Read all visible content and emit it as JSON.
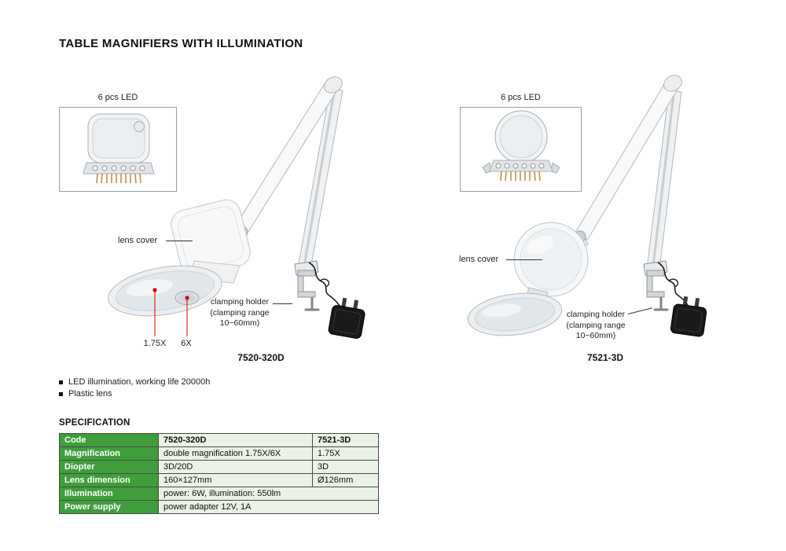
{
  "page_title": "TABLE MAGNIFIERS WITH ILLUMINATION",
  "products": [
    {
      "model": "7520-320D",
      "led_label": "6 pcs LED",
      "lens_cover_label": "lens cover",
      "clamping_label": [
        "clamping holder",
        "(clamping range",
        "10~60mm)"
      ],
      "magnification_labels": [
        "1.75X",
        "6X"
      ]
    },
    {
      "model": "7521-3D",
      "led_label": "6 pcs LED",
      "lens_cover_label": "lens cover",
      "clamping_label": [
        "clamping holder",
        "(clamping range",
        "10~60mm)"
      ]
    }
  ],
  "features": [
    "LED illumination, working life 20000h",
    "Plastic lens"
  ],
  "spec": {
    "heading": "SPECIFICATION",
    "table": {
      "rows": [
        {
          "label": "Code",
          "values": [
            "7520-320D",
            "7521-3D"
          ]
        },
        {
          "label": "Magnification",
          "values": [
            "double magnification 1.75X/6X",
            "1.75X"
          ]
        },
        {
          "label": "Diopter",
          "values": [
            "3D/20D",
            "3D"
          ]
        },
        {
          "label": "Lens dimension",
          "values": [
            "160×127mm",
            "Ø126mm"
          ]
        },
        {
          "label": "Illumination",
          "values": [
            "power: 6W, illumination: 550lm"
          ]
        },
        {
          "label": "Power supply",
          "values": [
            "power adapter 12V, 1A"
          ]
        }
      ]
    }
  },
  "colors": {
    "table_header_green": "#3f9e3b",
    "table_row_light": "#e9f2e4",
    "callout_red": "#d50000"
  }
}
